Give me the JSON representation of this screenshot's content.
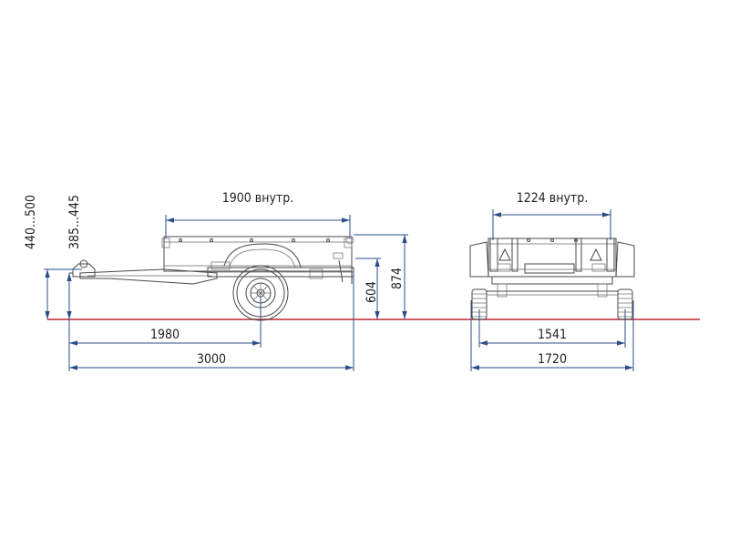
{
  "colors": {
    "ground_line": "#c0262e",
    "dimension_line": "#2c4f8a",
    "drawing_line": "#4a4a4a",
    "text": "#222222"
  },
  "side_view": {
    "inner_length_label": "1900 внутр.",
    "hitch_height_range_label": "440...500",
    "drawbar_height_range_label": "385...445",
    "axle_position_label": "1980",
    "overall_length_label": "3000",
    "deck_height_label": "604",
    "side_top_height_label": "874"
  },
  "rear_view": {
    "inner_width_label": "1224 внутр.",
    "track_width_label": "1541",
    "overall_width_label": "1720"
  }
}
